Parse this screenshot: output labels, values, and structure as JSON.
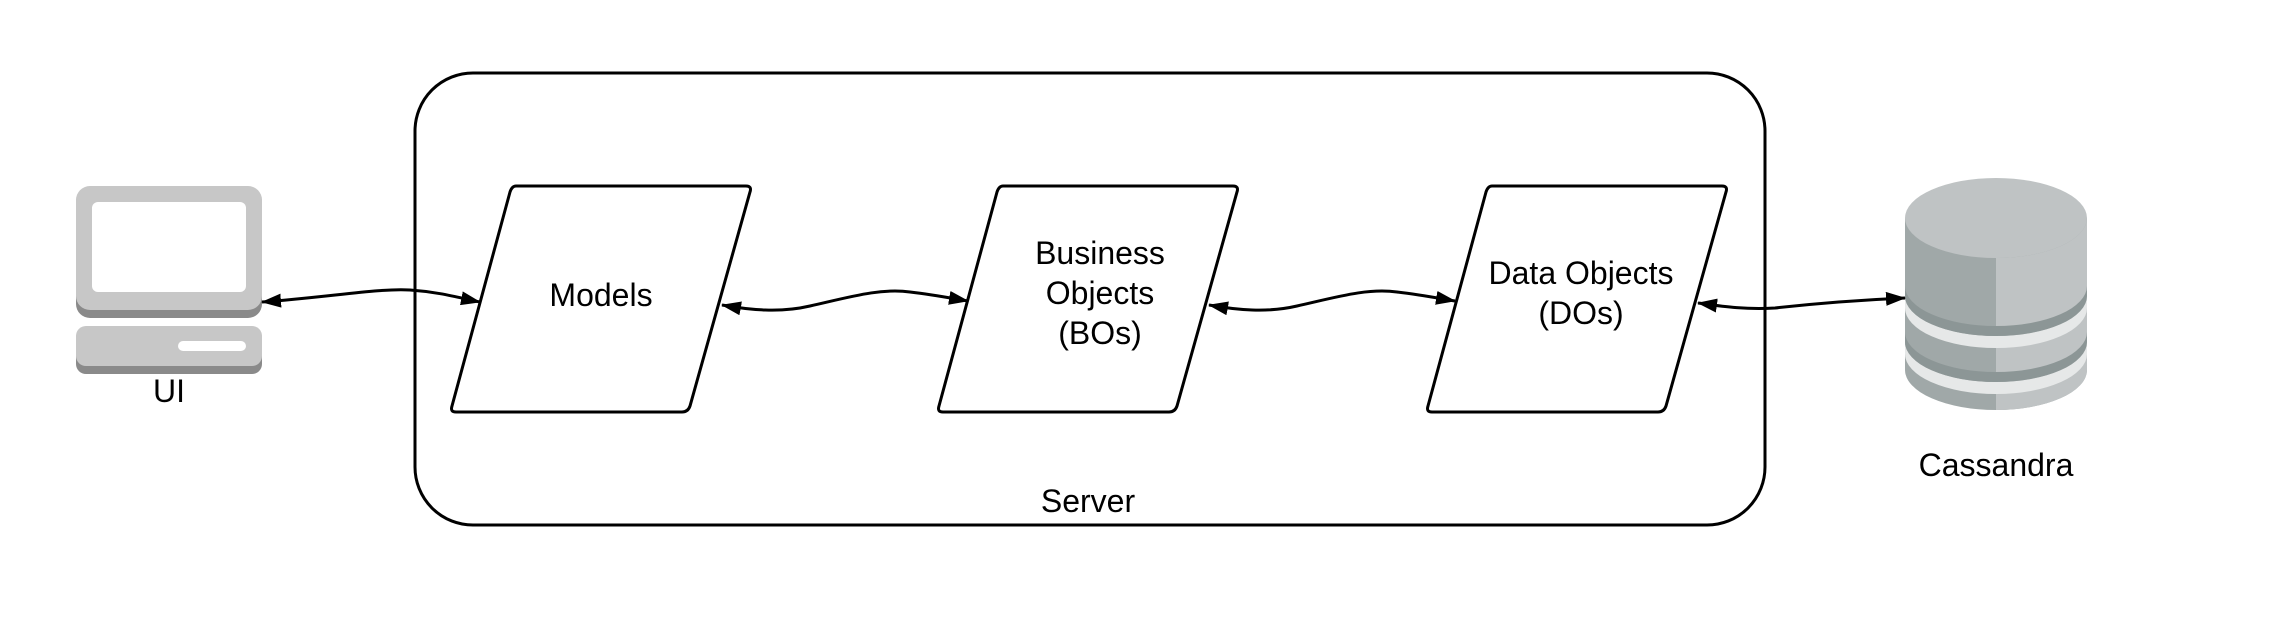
{
  "nodes": {
    "ui": {
      "label": "UI"
    },
    "server": {
      "label": "Server"
    },
    "models": {
      "lines": [
        "Models"
      ]
    },
    "business_objects": {
      "lines": [
        "Business",
        "Objects",
        "(BOs)"
      ]
    },
    "data_objects": {
      "lines": [
        "Data Objects",
        "(DOs)"
      ]
    },
    "cassandra": {
      "label": "Cassandra"
    }
  },
  "edges": [
    {
      "from": "ui",
      "to": "models",
      "direction": "bidirectional"
    },
    {
      "from": "models",
      "to": "business_objects",
      "direction": "bidirectional"
    },
    {
      "from": "business_objects",
      "to": "data_objects",
      "direction": "bidirectional"
    },
    {
      "from": "data_objects",
      "to": "cassandra",
      "direction": "bidirectional"
    }
  ],
  "colors": {
    "stroke": "#000000",
    "computer_light": "#c7c7c7",
    "computer_dark": "#8a8a8a",
    "db_top": "#bfc3c4",
    "db_side": "#a0a8a8",
    "db_side_dark": "#8c9696",
    "db_band": "#e6e8e8"
  }
}
